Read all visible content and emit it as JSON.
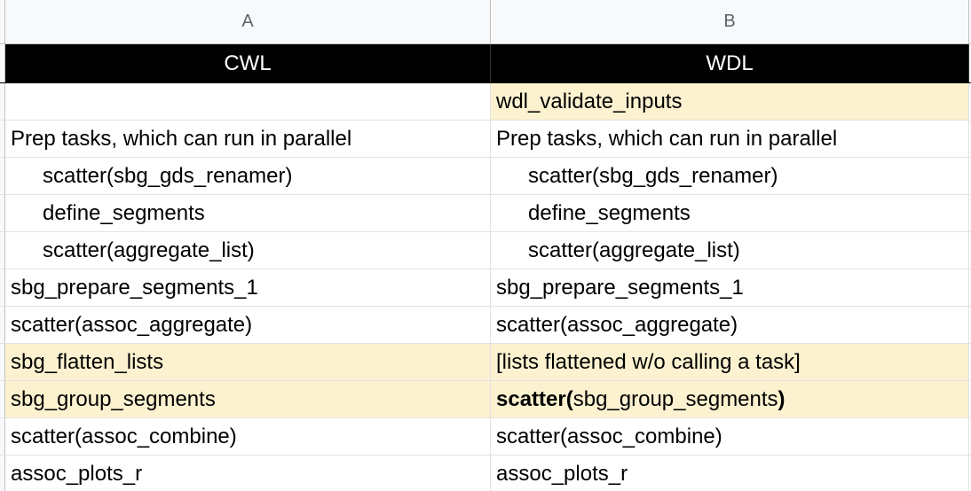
{
  "columns": {
    "a": "A",
    "b": "B"
  },
  "header": {
    "a": "CWL",
    "b": "WDL"
  },
  "rows": [
    {
      "a": "",
      "b": "wdl_validate_inputs"
    },
    {
      "a": "Prep tasks, which can run in parallel",
      "b": "Prep tasks, which can run in parallel"
    },
    {
      "a": "scatter(sbg_gds_renamer)",
      "b": "scatter(sbg_gds_renamer)"
    },
    {
      "a": "define_segments",
      "b": "define_segments"
    },
    {
      "a": "scatter(aggregate_list)",
      "b": "scatter(aggregate_list)"
    },
    {
      "a": "sbg_prepare_segments_1",
      "b": "sbg_prepare_segments_1"
    },
    {
      "a": "scatter(assoc_aggregate)",
      "b": "scatter(assoc_aggregate)"
    },
    {
      "a": "sbg_flatten_lists",
      "b": "[lists flattened w/o calling a task]"
    },
    {
      "a": "sbg_group_segments",
      "b_bold1": "scatter(",
      "b_mid": "sbg_group_segments",
      "b_bold2": ")"
    },
    {
      "a": "scatter(assoc_combine)",
      "b": "scatter(assoc_combine)"
    },
    {
      "a": "assoc_plots_r",
      "b": "assoc_plots_r"
    }
  ],
  "colors": {
    "highlight": "#fcf2d0",
    "header_bg": "#000000",
    "header_text": "#ffffff"
  }
}
